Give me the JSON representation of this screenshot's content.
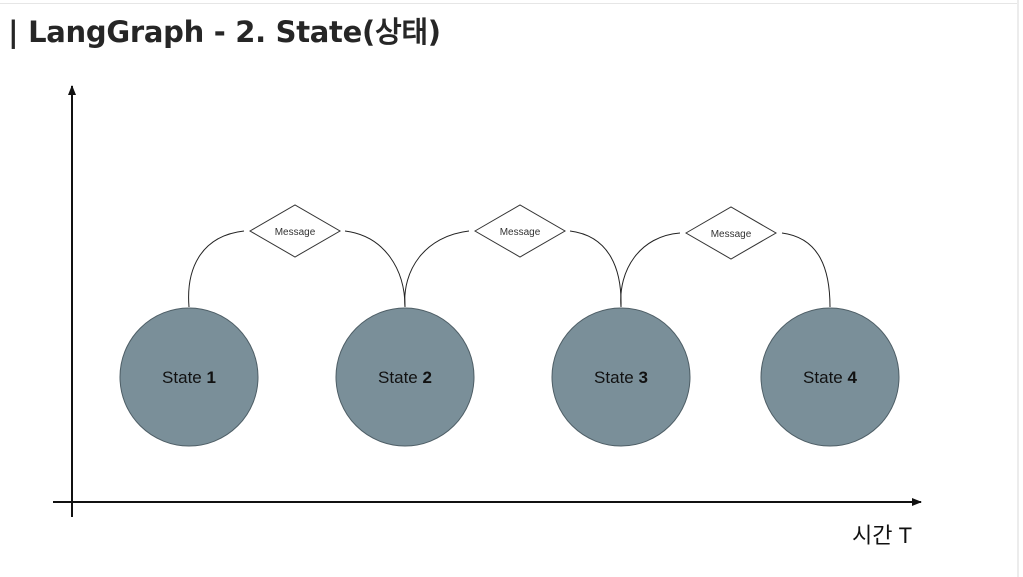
{
  "title": "| LangGraph - 2. State(상태)",
  "x_axis_label": "시간 T",
  "states": [
    {
      "prefix": "State ",
      "number": "1"
    },
    {
      "prefix": "State ",
      "number": "2"
    },
    {
      "prefix": "State ",
      "number": "3"
    },
    {
      "prefix": "State ",
      "number": "4"
    }
  ],
  "messages": [
    {
      "label": "Message"
    },
    {
      "label": "Message"
    },
    {
      "label": "Message"
    }
  ],
  "colors": {
    "state_fill": "#7a8f99",
    "state_stroke": "#4e5e66",
    "line": "#222222",
    "title": "#262626"
  }
}
